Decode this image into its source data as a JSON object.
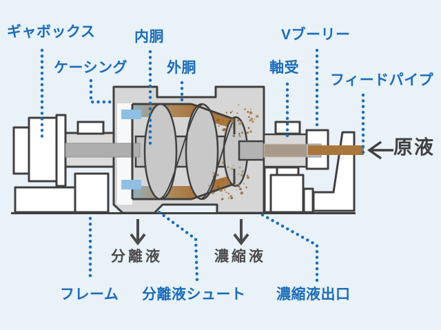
{
  "diagram": {
    "type": "decanter-centrifuge-cutaway",
    "colors": {
      "background": "#e9f1f9",
      "label_blue": "#1a6cb8",
      "outline_dark": "#3f3f3f",
      "casing_gray": "#d6d6d6",
      "shaft_gray": "#aeaeae",
      "slurry_brown": "#a9763c",
      "inlet_blue": "#8fc0e4",
      "dark_text": "#4a4a4a"
    },
    "labels": {
      "gearbox": "ギャボックス",
      "inner_bowl": "内胴",
      "casing": "ケーシング",
      "outer_bowl": "外胴",
      "v_pulley": "Vブーリー",
      "bearing": "軸受",
      "feed_pipe": "フィードパイプ",
      "feed_liquid": "原液",
      "separated_liquid": "分離液",
      "concentrated_liquid": "濃縮液",
      "frame": "フレーム",
      "separated_liquid_chute": "分離液シュート",
      "concentrate_outlet": "濃縮液出口"
    }
  }
}
